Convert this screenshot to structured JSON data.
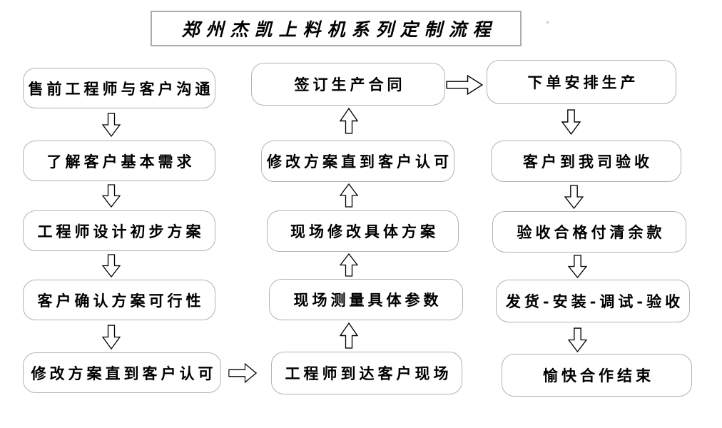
{
  "title": "郑州杰凯上料机系列定制流程",
  "columns": {
    "left": {
      "flow_direction": "top-to-bottom",
      "steps": [
        "售前工程师与客户沟通",
        "了解客户基本需求",
        "工程师设计初步方案",
        "客户确认方案可行性",
        "修改方案直到客户认可"
      ]
    },
    "middle": {
      "flow_direction": "bottom-to-top",
      "steps": [
        "签订生产合同",
        "修改方案直到客户认可",
        "现场修改具体方案",
        "现场测量具体参数",
        "工程师到达客户现场"
      ]
    },
    "right": {
      "flow_direction": "top-to-bottom",
      "steps": [
        "下单安排生产",
        "客户到我司验收",
        "验收合格付清余款",
        "发货-安装-调试-验收",
        "愉快合作结束"
      ]
    }
  },
  "icons": {
    "down_arrow": "hollow block arrow pointing down",
    "up_arrow": "hollow block arrow pointing up",
    "right_arrow": "hollow block arrow pointing right"
  },
  "colors": {
    "background": "#ffffff",
    "box_border": "#b3b3b3",
    "title_border": "#ababab",
    "text": "#000000",
    "arrow_outline": "#000000",
    "arrow_fill": "#ffffff"
  }
}
